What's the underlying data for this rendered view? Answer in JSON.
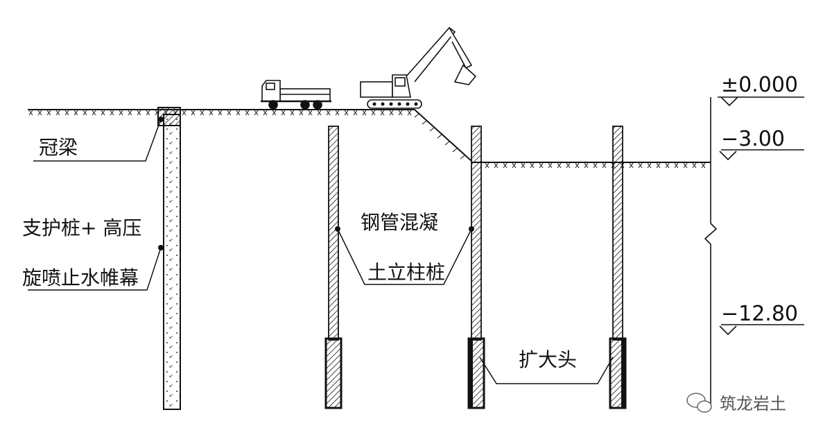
{
  "labels": {
    "crown_beam": "冠梁",
    "support_pile_line1": "支护桩+ 高压",
    "support_pile_line2": "旋喷止水帷幕",
    "steel_column_line1": "钢管混凝",
    "steel_column_line2": "土立柱桩",
    "enlarged_head": "扩大头"
  },
  "elevations": {
    "top": "±0.000",
    "mid": "−3.00",
    "bottom": "−12.80"
  },
  "watermark": {
    "text": "筑龙岩土",
    "icon": "wechat-icon"
  },
  "colors": {
    "line": "#111111",
    "background": "#ffffff",
    "watermark": "#555555"
  }
}
